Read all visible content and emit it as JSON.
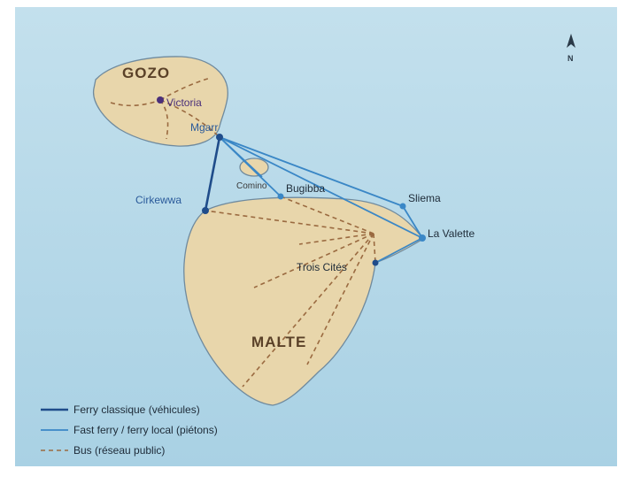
{
  "map": {
    "colors": {
      "sea": "#bfdcea",
      "land": "#e8d6ab",
      "land_outline": "#6f8a9e",
      "ferry_classic": "#1f4c8a",
      "fast_ferry": "#3a87c6",
      "bus": "#9a6a40"
    },
    "compass": {
      "icon": "north-arrow-icon",
      "label": "N"
    },
    "islands": {
      "gozo": "GOZO",
      "comino": "Comino",
      "malta": "MALTE"
    },
    "places": {
      "victoria": "Victoria",
      "mgarr": "Mgarr",
      "cirkewwa": "Cirkewwa",
      "bugibba": "Bugibba",
      "sliema": "Sliema",
      "la_valette": "La Valette",
      "trois_cites": "Trois Cités"
    },
    "legend": [
      {
        "label": "Ferry classique (véhicules)",
        "style": "ferry_classic"
      },
      {
        "label": "Fast ferry / ferry local (piétons)",
        "style": "fast_ferry"
      },
      {
        "label": "Bus (réseau public)",
        "style": "bus"
      }
    ]
  }
}
